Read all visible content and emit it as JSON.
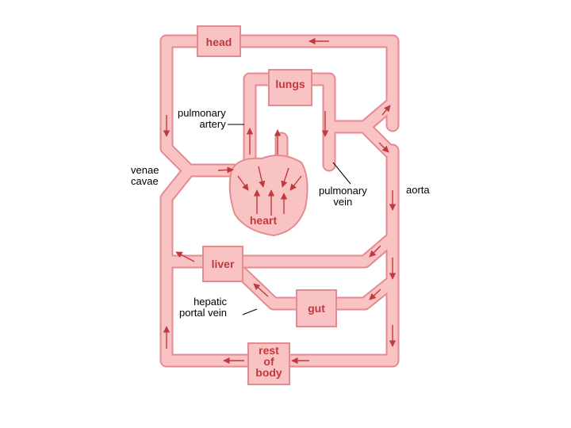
{
  "organs": {
    "head": "head",
    "lungs": "lungs",
    "heart": "heart",
    "liver": "liver",
    "gut": "gut",
    "rest_of_body": [
      "rest",
      "of",
      "body"
    ]
  },
  "annotations": {
    "pulmonary_artery": [
      "pulmonary",
      "artery"
    ],
    "venae_cavae": [
      "venae",
      "cavae"
    ],
    "pulmonary_vein": [
      "pulmonary",
      "vein"
    ],
    "aorta": "aorta",
    "hepatic_portal_vein": [
      "hepatic",
      "portal vein"
    ]
  },
  "colors": {
    "vessel_fill": "#f9c3c4",
    "vessel_edge": "#e48a90",
    "arrow": "#c0393e",
    "label": "#c0393e",
    "text": "#000000"
  }
}
